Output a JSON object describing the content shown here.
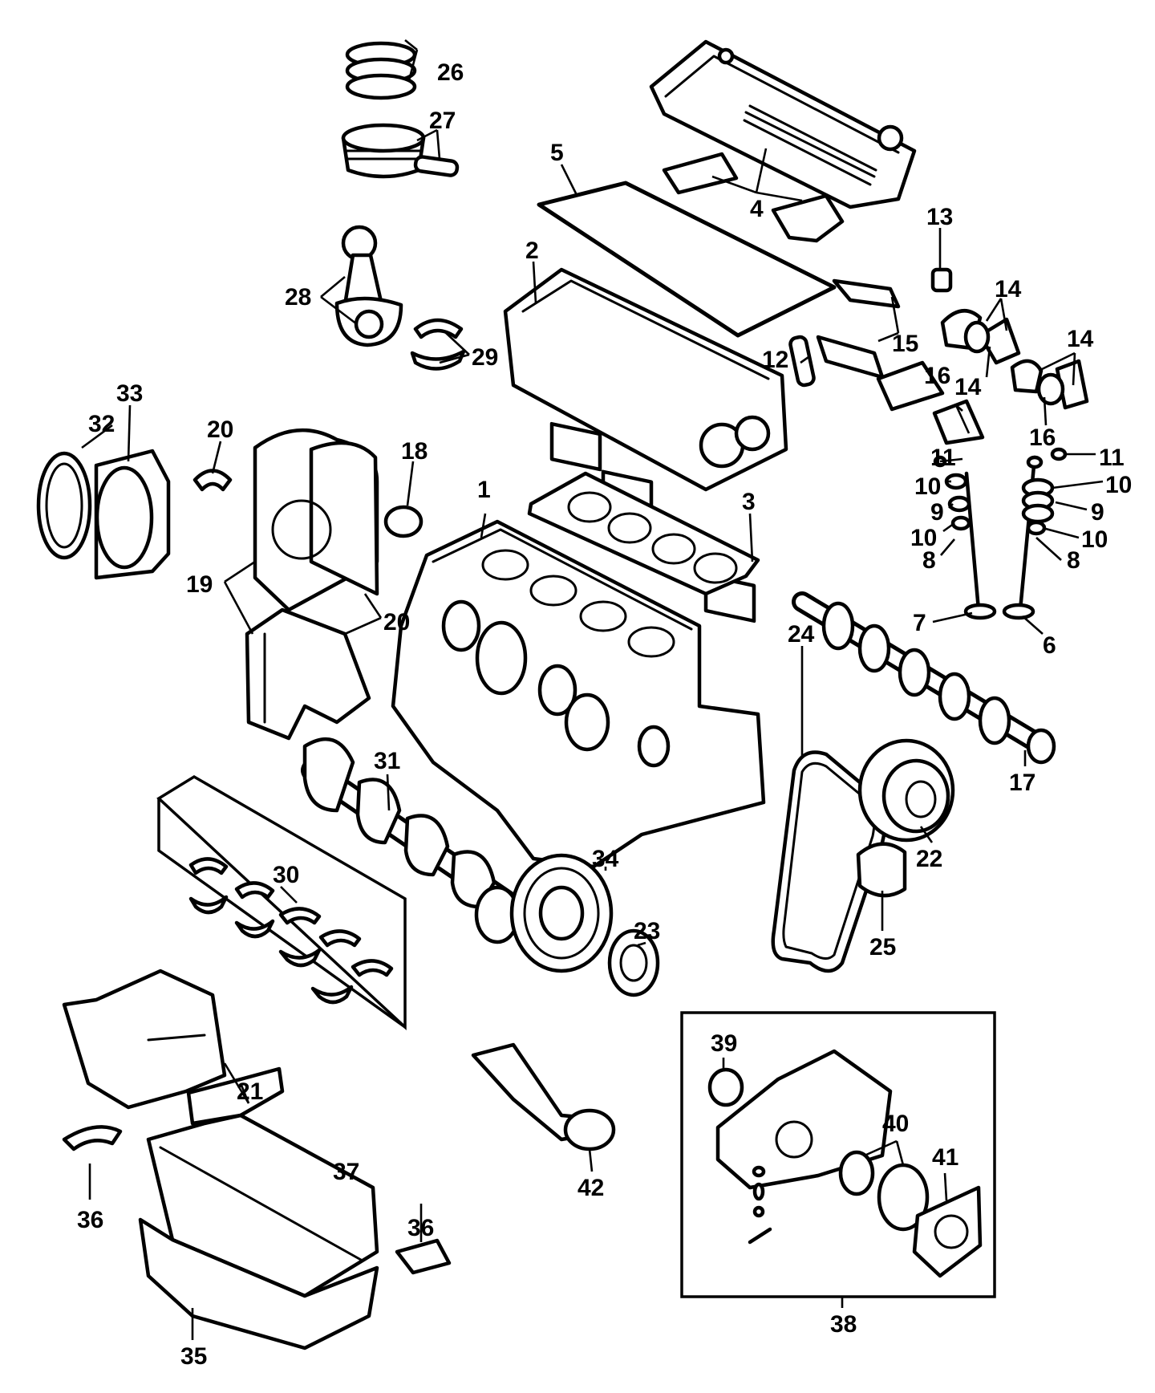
{
  "diagram": {
    "callouts": [
      {
        "id": "c1",
        "text": "1"
      },
      {
        "id": "c2",
        "text": "2"
      },
      {
        "id": "c3",
        "text": "3"
      },
      {
        "id": "c4",
        "text": "4"
      },
      {
        "id": "c5",
        "text": "5"
      },
      {
        "id": "c6",
        "text": "6"
      },
      {
        "id": "c7",
        "text": "7"
      },
      {
        "id": "c8a",
        "text": "8"
      },
      {
        "id": "c8b",
        "text": "8"
      },
      {
        "id": "c9a",
        "text": "9"
      },
      {
        "id": "c9b",
        "text": "9"
      },
      {
        "id": "c10a",
        "text": "10"
      },
      {
        "id": "c10b",
        "text": "10"
      },
      {
        "id": "c10c",
        "text": "10"
      },
      {
        "id": "c10d",
        "text": "10"
      },
      {
        "id": "c11a",
        "text": "11"
      },
      {
        "id": "c11b",
        "text": "11"
      },
      {
        "id": "c12",
        "text": "12"
      },
      {
        "id": "c13",
        "text": "13"
      },
      {
        "id": "c14a",
        "text": "14"
      },
      {
        "id": "c14b",
        "text": "14"
      },
      {
        "id": "c14c",
        "text": "14"
      },
      {
        "id": "c15",
        "text": "15"
      },
      {
        "id": "c16a",
        "text": "16"
      },
      {
        "id": "c16b",
        "text": "16"
      },
      {
        "id": "c17",
        "text": "17"
      },
      {
        "id": "c18",
        "text": "18"
      },
      {
        "id": "c19",
        "text": "19"
      },
      {
        "id": "c20a",
        "text": "20"
      },
      {
        "id": "c20b",
        "text": "20"
      },
      {
        "id": "c21",
        "text": "21"
      },
      {
        "id": "c22",
        "text": "22"
      },
      {
        "id": "c23",
        "text": "23"
      },
      {
        "id": "c24",
        "text": "24"
      },
      {
        "id": "c25",
        "text": "25"
      },
      {
        "id": "c26",
        "text": "26"
      },
      {
        "id": "c27",
        "text": "27"
      },
      {
        "id": "c28",
        "text": "28"
      },
      {
        "id": "c29",
        "text": "29"
      },
      {
        "id": "c30",
        "text": "30"
      },
      {
        "id": "c31",
        "text": "31"
      },
      {
        "id": "c32",
        "text": "32"
      },
      {
        "id": "c33",
        "text": "33"
      },
      {
        "id": "c34",
        "text": "34"
      },
      {
        "id": "c35",
        "text": "35"
      },
      {
        "id": "c36a",
        "text": "36"
      },
      {
        "id": "c36b",
        "text": "36"
      },
      {
        "id": "c37",
        "text": "37"
      },
      {
        "id": "c38",
        "text": "38"
      },
      {
        "id": "c39",
        "text": "39"
      },
      {
        "id": "c40",
        "text": "40"
      },
      {
        "id": "c41",
        "text": "41"
      },
      {
        "id": "c42",
        "text": "42"
      }
    ]
  }
}
